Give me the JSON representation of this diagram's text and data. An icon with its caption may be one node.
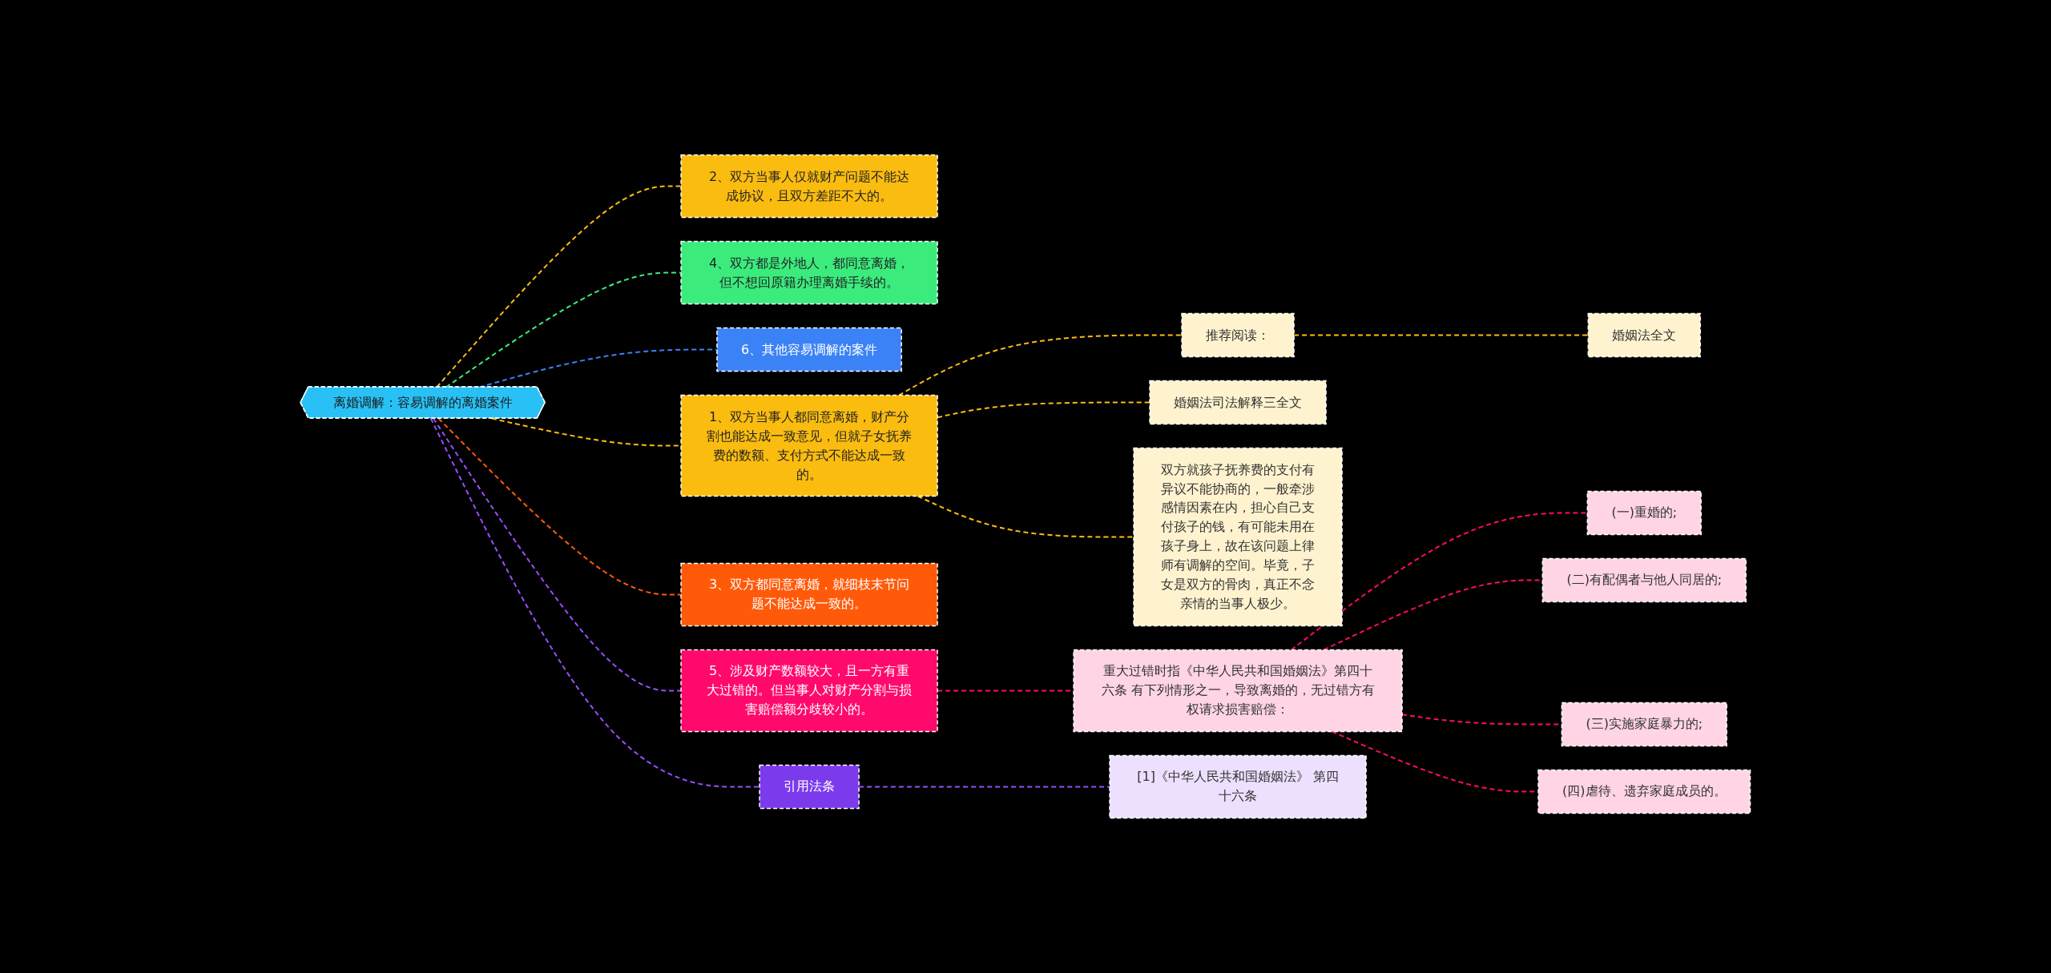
{
  "diagram": {
    "nodes": [
      {
        "text": [
          "离婚调解：容易调解的离婚案件"
        ]
      },
      {
        "text": [
          "2、双方当事人仅就财产问题不能达成协议，且双方差距不大的。"
        ]
      },
      {
        "text": [
          "4、双方都是外地人，都同意离婚，但不想回原籍办理离婚手续的。"
        ]
      },
      {
        "text": [
          "6、其他容易调解的案件"
        ]
      },
      {
        "text": [
          "1、双方当事人都同意离婚，财产分割也能达成一致意见，但就子女抚养费的数额、支付方式不能达成一致的。"
        ]
      },
      {
        "text": [
          "推荐阅读："
        ]
      },
      {
        "text": [
          "婚姻法全文"
        ]
      },
      {
        "text": [
          "婚姻法司法解释三全文"
        ]
      },
      {
        "text": [
          "双方就孩子抚养费的支付有异议不能协商的，一般牵涉感情因素在内，担心自己支付孩子的钱，有可能未用在孩子身上，故在该问题上律师有调解的空间。毕竟，子女是双方的骨肉，真正不念亲情的当事人极少。"
        ]
      },
      {
        "text": [
          "3、双方都同意离婚，就细枝末节问题不能达成一致的。"
        ]
      },
      {
        "text": [
          "5、涉及财产数额较大，且一方有重大过错的。但当事人对财产分割与损害赔偿额分歧较小的。"
        ]
      },
      {
        "text": [
          "重大过错时指《中华人民共和国婚姻法》第四十六条 有下列情形之一，导致离婚的，无过错方有权请求损害赔偿："
        ]
      },
      {
        "text": [
          "(一)重婚的;"
        ]
      },
      {
        "text": [
          "(二)有配偶者与他人同居的;"
        ]
      },
      {
        "text": [
          "(三)实施家庭暴力的;"
        ]
      },
      {
        "text": [
          "(四)虐待、遗弃家庭成员的。"
        ]
      },
      {
        "text": [
          "引用法条"
        ]
      },
      {
        "text": [
          "[1]《中华人民共和国婚姻法》 第四十六条"
        ]
      }
    ],
    "edges": [
      {
        "from": 0,
        "to": 1,
        "arrow": "none",
        "style": "dashed"
      },
      {
        "from": 0,
        "to": 2,
        "arrow": "none",
        "style": "dashed",
        "color": "#3bec7d"
      },
      {
        "from": 0,
        "to": 3,
        "arrow": "none",
        "style": "dashed",
        "color": "#3b82f6"
      },
      {
        "from": 0,
        "to": 4,
        "arrow": "none",
        "style": "dashed"
      },
      {
        "from": 4,
        "to": 5,
        "arrow": "none",
        "style": "dashed"
      },
      {
        "from": 5,
        "to": 6,
        "arrow": "none",
        "style": "dashed"
      },
      {
        "from": 4,
        "to": 7,
        "arrow": "none",
        "style": "dashed"
      },
      {
        "from": 4,
        "to": 8,
        "arrow": "none",
        "style": "dashed"
      },
      {
        "from": 0,
        "to": 9,
        "arrow": "none",
        "style": "dashed",
        "color": "#ff5a0a"
      },
      {
        "from": 0,
        "to": 10,
        "arrow": "none",
        "style": "dashed",
        "color": "#9b4dff"
      },
      {
        "from": 10,
        "to": 11,
        "arrow": "none",
        "style": "dashed",
        "color": "#ff0a6c"
      },
      {
        "from": 11,
        "to": 12,
        "arrow": "none",
        "style": "dashed",
        "color": "#ff0a6c"
      },
      {
        "from": 11,
        "to": 13,
        "arrow": "none",
        "style": "dashed",
        "color": "#ff0a6c"
      },
      {
        "from": 11,
        "to": 14,
        "arrow": "none",
        "style": "dashed",
        "color": "#ff0a6c"
      },
      {
        "from": 11,
        "to": 15,
        "arrow": "none",
        "style": "dashed",
        "color": "#ff0a6c"
      },
      {
        "from": 0,
        "to": 16,
        "arrow": "none",
        "style": "dashed",
        "color": "#9b4dff"
      },
      {
        "from": 16,
        "to": 17,
        "arrow": "none",
        "style": "dashed",
        "color": "#9b4dff"
      }
    ]
  }
}
